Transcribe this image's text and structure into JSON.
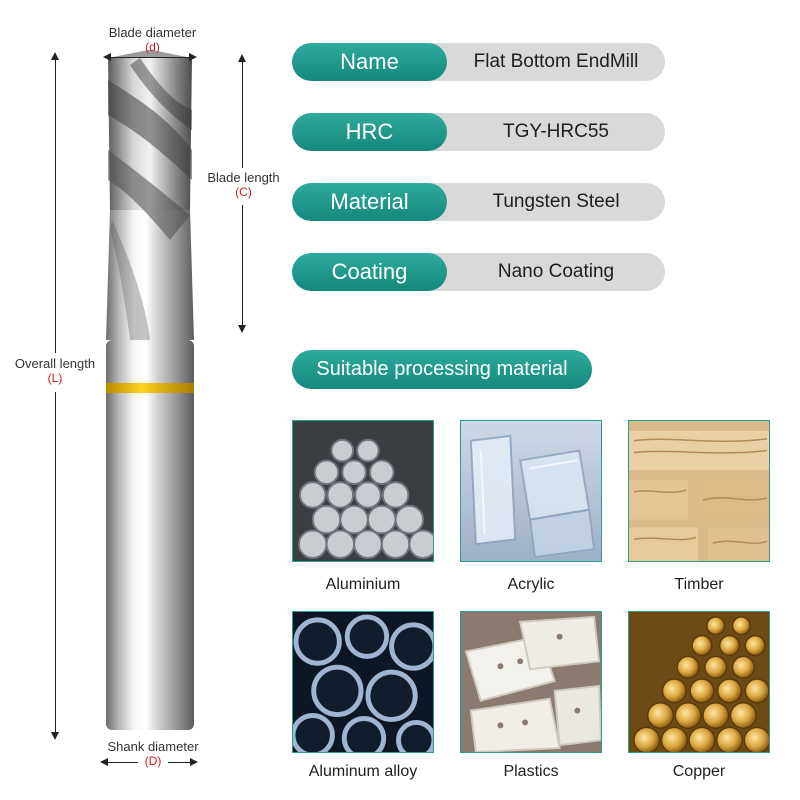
{
  "dimensions": {
    "blade_diameter": {
      "label": "Blade diameter",
      "code": "(d)"
    },
    "blade_length": {
      "label": "Blade length",
      "code": "(C)"
    },
    "overall_length": {
      "label": "Overall length",
      "code": "(L)"
    },
    "shank_diameter": {
      "label": "Shank diameter",
      "code": "(D)"
    }
  },
  "specs": [
    {
      "key": "Name",
      "value": "Flat Bottom EndMill"
    },
    {
      "key": "HRC",
      "value": "TGY-HRC55"
    },
    {
      "key": "Material",
      "value": "Tungsten Steel"
    },
    {
      "key": "Coating",
      "value": "Nano Coating"
    }
  ],
  "suitable_title": "Suitable processing material",
  "materials": [
    {
      "label": "Aluminium",
      "icon": "aluminium-bars-icon"
    },
    {
      "label": "Acrylic",
      "icon": "acrylic-blocks-icon"
    },
    {
      "label": "Timber",
      "icon": "timber-beams-icon"
    },
    {
      "label": "Aluminum alloy",
      "icon": "aluminum-tubes-icon"
    },
    {
      "label": "Plastics",
      "icon": "plastic-blocks-icon"
    },
    {
      "label": "Copper",
      "icon": "copper-rods-icon"
    }
  ],
  "colors": {
    "accent": "#1d9488",
    "pill_bg": "#d9d9d9",
    "dimension_code": "#cc1f1f",
    "band": "#e8b400"
  }
}
